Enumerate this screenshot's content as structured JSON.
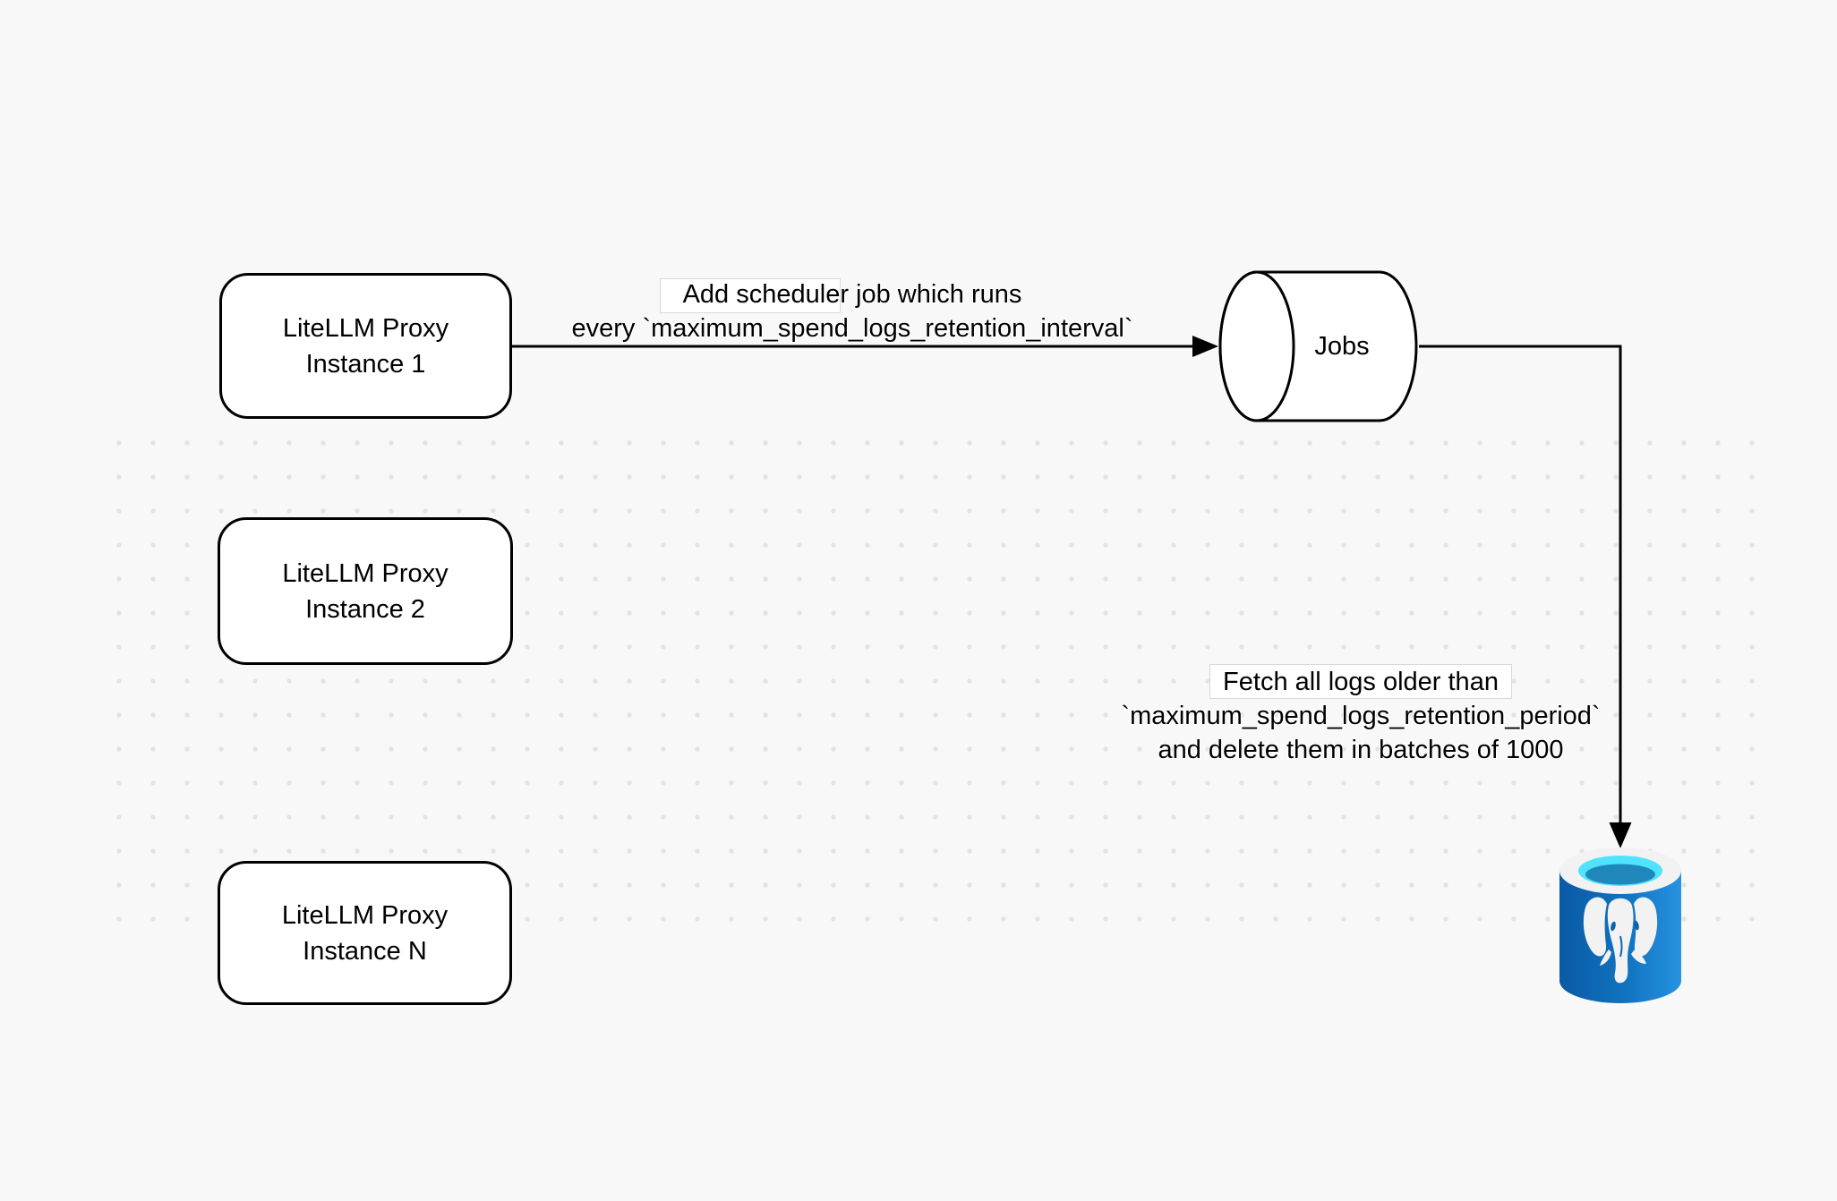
{
  "canvas": {
    "background": "#f8f8f8",
    "dot_color": "#e3e3e3",
    "stroke_color": "#000000"
  },
  "nodes": {
    "proxies": [
      {
        "lines": [
          "LiteLLM Proxy",
          "Instance 1"
        ]
      },
      {
        "lines": [
          "LiteLLM Proxy",
          "Instance 2"
        ]
      },
      {
        "lines": [
          "LiteLLM Proxy",
          "Instance N"
        ]
      }
    ],
    "jobs": {
      "label": "Jobs"
    },
    "postgres": {
      "icon": "postgresql-database-icon"
    }
  },
  "edges": {
    "add_scheduler": {
      "lines": [
        "Add scheduler job which runs",
        "every `maximum_spend_logs_retention_interval`"
      ]
    },
    "fetch_delete": {
      "lines": [
        "Fetch all logs older than",
        "`maximum_spend_logs_retention_period`",
        "and delete them in batches of 1000"
      ]
    }
  },
  "colors": {
    "postgres_body_left": "#0a5aa4",
    "postgres_body_right": "#2693e0",
    "postgres_rim": "#f2f2f2",
    "postgres_opening": "#4fe3fd",
    "postgres_water": "#1f87ba",
    "postgres_elephant": "#f2f2f2",
    "postgres_detail_blue": "#0e63ae"
  }
}
